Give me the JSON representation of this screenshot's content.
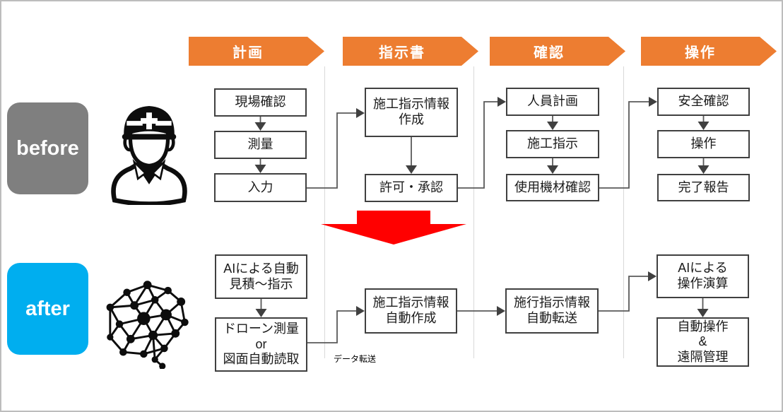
{
  "phases": [
    {
      "label": "計画"
    },
    {
      "label": "指示書"
    },
    {
      "label": "確認"
    },
    {
      "label": "操作"
    }
  ],
  "rows": {
    "before": {
      "label": "before",
      "icon": "construction-worker-icon"
    },
    "after": {
      "label": "after",
      "icon": "ai-brain-network-icon"
    }
  },
  "before_flow": {
    "plan": [
      "現場確認",
      "測量",
      "入力"
    ],
    "instruction": [
      "施工指示情報\n作成",
      "許可・承認"
    ],
    "confirm": [
      "人員計画",
      "施工指示",
      "使用機材確認"
    ],
    "operate": [
      "安全確認",
      "操作",
      "完了報告"
    ]
  },
  "after_flow": {
    "plan": [
      "AIによる自動\n見積～指示",
      "ドローン測量\nor\n図面自動読取"
    ],
    "instruction": [
      "施工指示情報\n自動作成"
    ],
    "confirm": [
      "施行指示情報\n自動転送"
    ],
    "operate": [
      "AIによる\n操作演算",
      "自動操作\n&\n遠隔管理"
    ]
  },
  "annotations": {
    "data_transfer": "データ転送"
  },
  "colors": {
    "phase_orange": "#ED7D31",
    "before_gray": "#7F7F7F",
    "after_blue": "#00AEEF",
    "transition_red": "#FF0000",
    "box_border": "#404040",
    "connector_gray": "#595959",
    "separator_gray": "#D9D9D9"
  }
}
